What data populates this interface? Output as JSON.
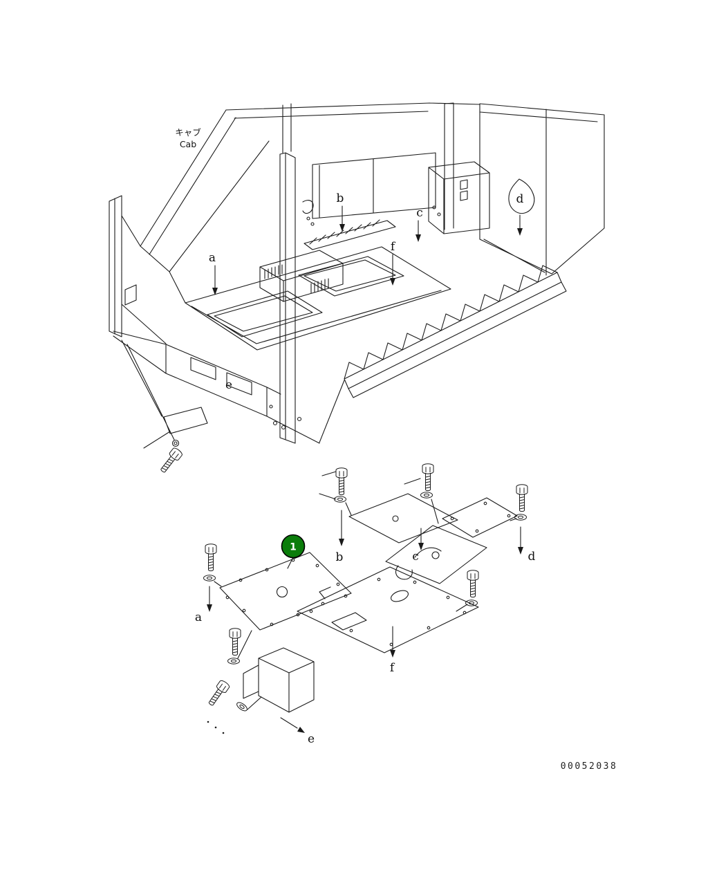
{
  "page": {
    "drawing_number": "00052038"
  },
  "cab_label": {
    "jp": "キャブ",
    "en": "Cab"
  },
  "labels": {
    "a": "a",
    "b": "b",
    "c": "c",
    "d": "d",
    "e": "e",
    "f": "f"
  },
  "callout": {
    "number": "1",
    "fill": "#0b7d0b",
    "text_color": "#ffffff"
  }
}
